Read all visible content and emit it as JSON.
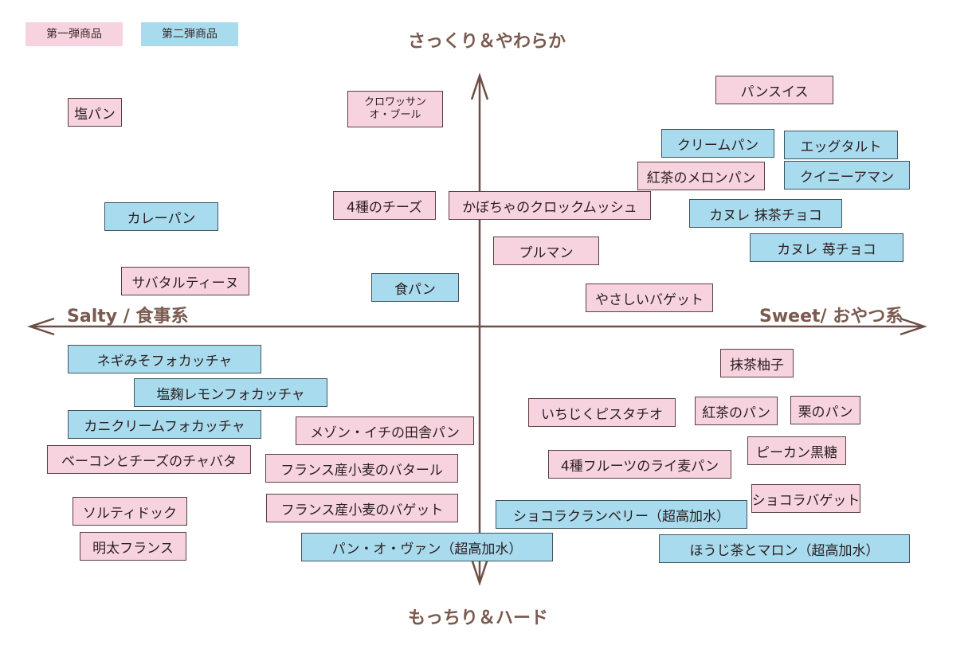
{
  "legend": {
    "first": {
      "label": "第一弾商品",
      "color": "#f7d3e0"
    },
    "second": {
      "label": "第二弾商品",
      "color": "#a9dbee"
    }
  },
  "axes": {
    "top": "さっくり＆やわらか",
    "bottom": "もっちり＆ハード",
    "left": "Salty / 食事系",
    "right": "Sweet/ おやつ系",
    "color": "#6e4f45"
  },
  "items": [
    {
      "label": "塩パン",
      "series": "first"
    },
    {
      "label": "クロワッサン",
      "label2": "オ・ブール",
      "series": "first"
    },
    {
      "label": "パンスイス",
      "series": "first"
    },
    {
      "label": "クリームパン",
      "series": "second"
    },
    {
      "label": "エッグタルト",
      "series": "second"
    },
    {
      "label": "紅茶のメロンパン",
      "series": "first"
    },
    {
      "label": "クイニーアマン",
      "series": "second"
    },
    {
      "label": "4種のチーズ",
      "series": "first"
    },
    {
      "label": "かぼちゃのクロックムッシュ",
      "series": "first"
    },
    {
      "label": "カレーパン",
      "series": "second"
    },
    {
      "label": "カヌレ 抹茶チョコ",
      "series": "second"
    },
    {
      "label": "カヌレ 苺チョコ",
      "series": "second"
    },
    {
      "label": "プルマン",
      "series": "first"
    },
    {
      "label": "サバタルティーヌ",
      "series": "first"
    },
    {
      "label": "食パン",
      "series": "second"
    },
    {
      "label": "やさしいバゲット",
      "series": "first"
    },
    {
      "label": "ネギみそフォカッチャ",
      "series": "second"
    },
    {
      "label": "抹茶柚子",
      "series": "first"
    },
    {
      "label": "塩麹レモンフォカッチャ",
      "series": "second"
    },
    {
      "label": "いちじくピスタチオ",
      "series": "first"
    },
    {
      "label": "紅茶のパン",
      "series": "first"
    },
    {
      "label": "栗のパン",
      "series": "first"
    },
    {
      "label": "カニクリームフォカッチャ",
      "series": "second"
    },
    {
      "label": "メゾン・イチの田舎パン",
      "series": "first"
    },
    {
      "label": "ピーカン黒糖",
      "series": "first"
    },
    {
      "label": "ベーコンとチーズのチャバタ",
      "series": "first"
    },
    {
      "label": "フランス産小麦のバタール",
      "series": "first"
    },
    {
      "label": "4種フルーツのライ麦パン",
      "series": "first"
    },
    {
      "label": "ショコラバゲット",
      "series": "first"
    },
    {
      "label": "ソルティドック",
      "series": "first"
    },
    {
      "label": "フランス産小麦のバゲット",
      "series": "first"
    },
    {
      "label": "ショコラクランベリー（超高加水）",
      "series": "second"
    },
    {
      "label": "明太フランス",
      "series": "first"
    },
    {
      "label": "パン・オ・ヴァン（超高加水）",
      "series": "second"
    },
    {
      "label": "ほうじ茶とマロン（超高加水）",
      "series": "second"
    }
  ]
}
